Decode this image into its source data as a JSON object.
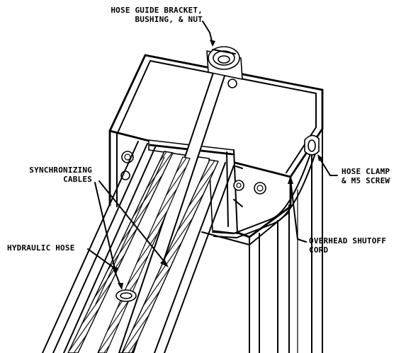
{
  "labels": {
    "hose_guide": [
      "HOSE GUIDE BRACKET,",
      "BUSHING, & NUT"
    ],
    "sync_cables": [
      "SYNCHRONIZING",
      "CABLES"
    ],
    "hose_clamp": [
      "HOSE CLAMP",
      "& M5 SCREW"
    ],
    "hydraulic_hose": [
      "HYDRAULIC HOSE"
    ],
    "shutoff_cord": [
      "OVERHEAD SHUTOFF",
      "CORD"
    ]
  },
  "colors": {
    "ink": "#000000",
    "paper": "#ffffff"
  }
}
